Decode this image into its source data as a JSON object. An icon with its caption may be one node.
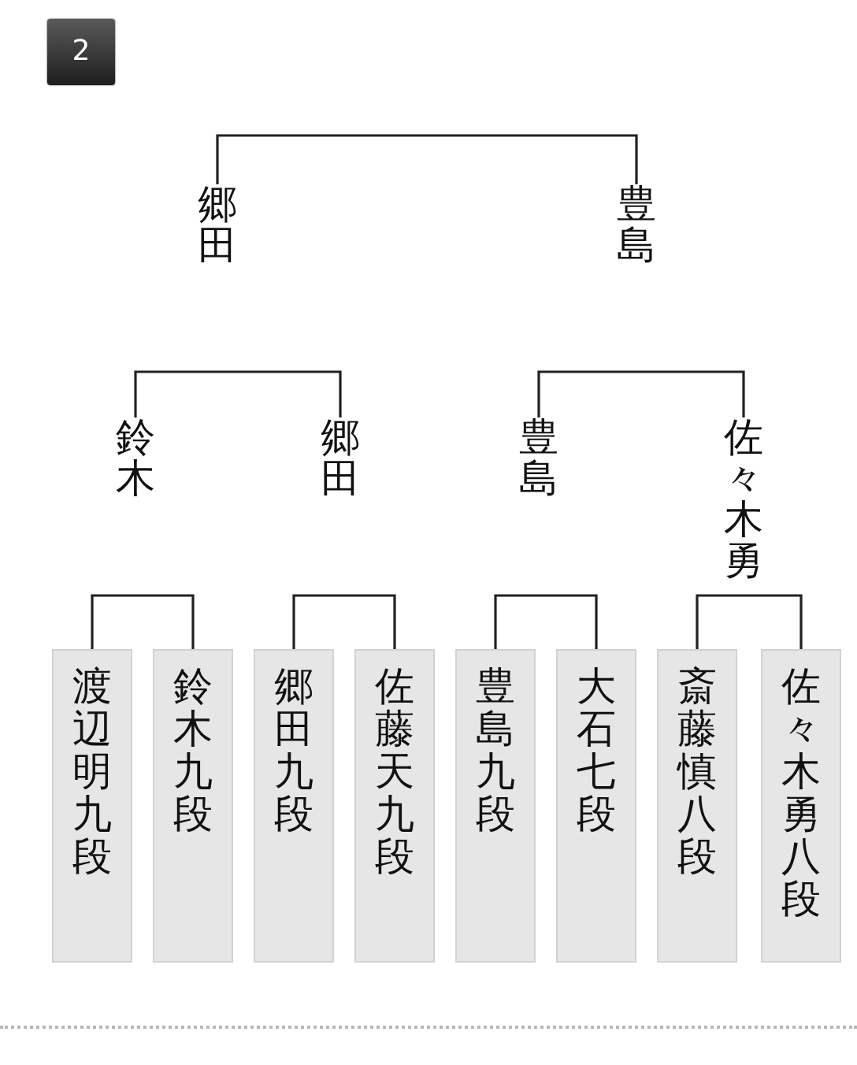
{
  "diagram": {
    "nodes": [
      {
        "text": [
          "2"
        ]
      },
      {
        "text": [
          "郷田"
        ]
      },
      {
        "text": [
          "豊島"
        ]
      },
      {
        "text": [
          "鈴木"
        ]
      },
      {
        "text": [
          "郷田"
        ]
      },
      {
        "text": [
          "豊島"
        ]
      },
      {
        "text": [
          "佐々木勇"
        ]
      },
      {
        "text": [
          "渡辺明九段"
        ]
      },
      {
        "text": [
          "鈴木九段"
        ]
      },
      {
        "text": [
          "郷田九段"
        ]
      },
      {
        "text": [
          "佐藤天九段"
        ]
      },
      {
        "text": [
          "豊島九段"
        ]
      },
      {
        "text": [
          "大石七段"
        ]
      },
      {
        "text": [
          "斎藤慎八段"
        ]
      },
      {
        "text": [
          "佐々木勇八段"
        ]
      }
    ],
    "edges": [
      {
        "from": 1,
        "to": 2,
        "arrow": "none"
      },
      {
        "from": 3,
        "to": 4,
        "arrow": "none"
      },
      {
        "from": 5,
        "to": 6,
        "arrow": "none"
      },
      {
        "from": 7,
        "to": 8,
        "arrow": "none"
      },
      {
        "from": 9,
        "to": 10,
        "arrow": "none"
      },
      {
        "from": 11,
        "to": 12,
        "arrow": "none"
      },
      {
        "from": 13,
        "to": 14,
        "arrow": "none"
      }
    ]
  }
}
